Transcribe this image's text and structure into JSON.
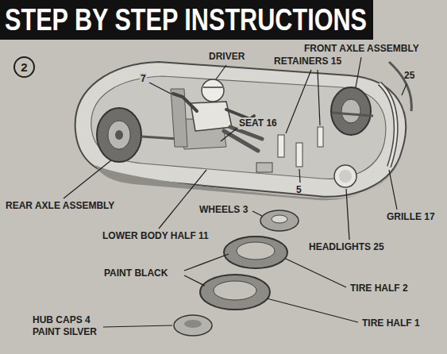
{
  "diagram": {
    "title": "STEP BY STEP INSTRUCTIONS",
    "nodes": [
      {
        "text": [
          "2"
        ]
      }
    ],
    "labels": [
      "DRIVER",
      "7",
      "FRONT AXLE ASSEMBLY",
      "RETAINERS 15",
      "25",
      "SEAT 16",
      "REAR AXLE ASSEMBLY",
      "WHEELS 3",
      "5",
      "GRILLE 17",
      "LOWER BODY HALF 11",
      "HEADLIGHTS 25",
      "PAINT BLACK",
      "TIRE HALF 2",
      "TIRE HALF 1",
      "HUB CAPS 4 PAINT SILVER"
    ]
  }
}
